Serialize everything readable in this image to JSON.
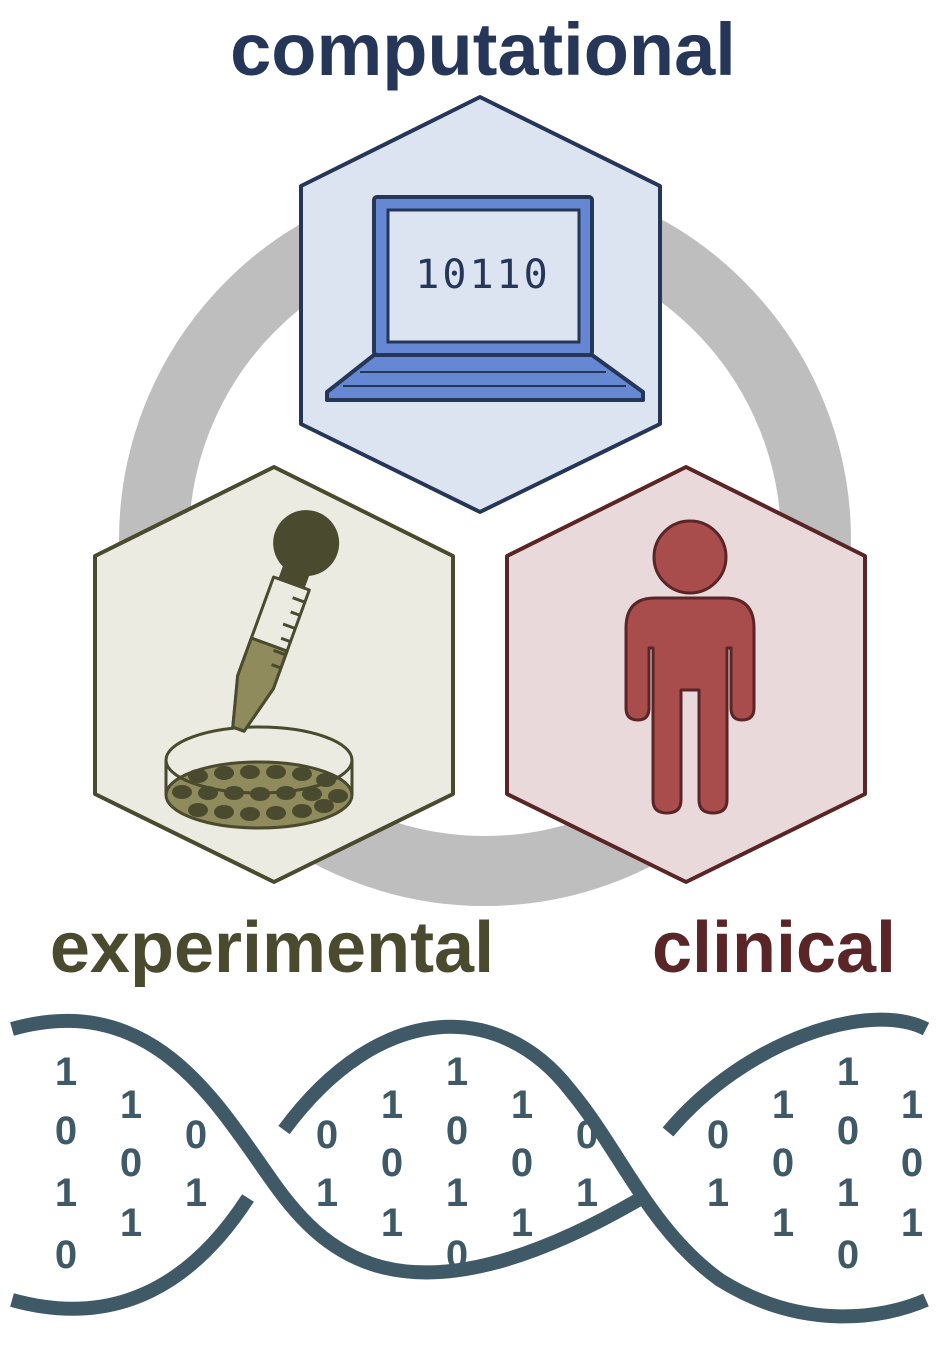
{
  "labels": {
    "computational": "computational",
    "experimental": "experimental",
    "clinical": "clinical",
    "screen_code": "10110"
  },
  "colors": {
    "computational": "#253659",
    "computational_fill": "#dde4f1",
    "laptop_blue": "#6688d3",
    "experimental": "#4a4a2f",
    "experimental_fill": "#ecebe1",
    "pipette_fluid": "#8f8b5c",
    "clinical": "#5a2526",
    "clinical_fill": "#ead9da",
    "person_red": "#a84c4c",
    "ring_gray": "#bebebe",
    "dna": "#3f5967"
  },
  "icons": {
    "computational": "laptop-icon",
    "experimental": "pipette-petri-dish-icon",
    "clinical": "person-icon",
    "bottom": "dna-binary-helix"
  },
  "dna_bits": {
    "col1": [
      "1",
      "0",
      "1",
      "0"
    ],
    "col2": [
      "1",
      "0",
      "1"
    ],
    "col3": [
      "0",
      "1"
    ],
    "col4": [
      "0",
      "1"
    ],
    "col5": [
      "1",
      "0",
      "1"
    ],
    "col6": [
      "1",
      "0",
      "1",
      "0"
    ],
    "col7": [
      "1",
      "0",
      "1"
    ],
    "col8": [
      "0",
      "1"
    ],
    "col9": [
      "0",
      "1"
    ],
    "col10": [
      "1",
      "0",
      "1"
    ],
    "col11": [
      "1",
      "0",
      "1",
      "0"
    ],
    "col12": [
      "1",
      "0",
      "1"
    ]
  }
}
